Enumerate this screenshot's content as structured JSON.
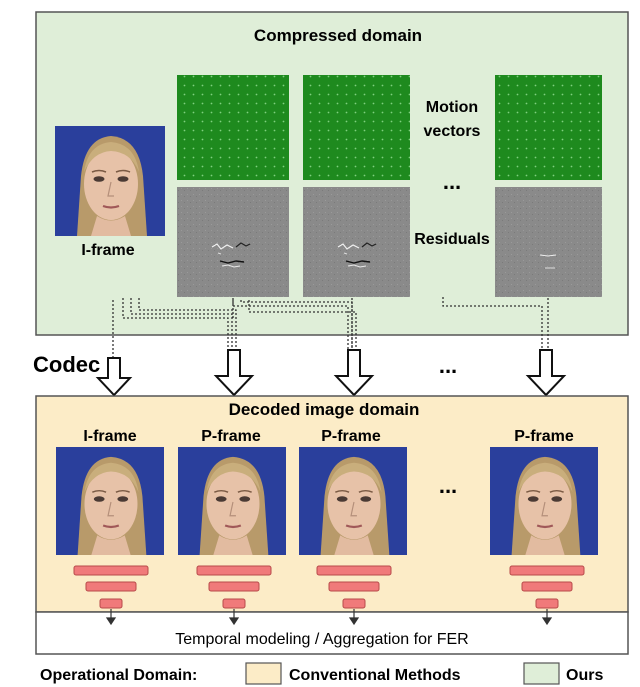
{
  "compressed_domain": {
    "title": "Compressed domain",
    "iframe_label": "I-frame",
    "motion_label_line1": "Motion",
    "motion_label_line2": "vectors",
    "residuals_label": "Residuals",
    "ellipsis": "..."
  },
  "codec_label": "Codec",
  "arrows_ellipsis": "...",
  "decoded_domain": {
    "title": "Decoded image domain",
    "frame_labels": [
      "I-frame",
      "P-frame",
      "P-frame",
      "P-frame"
    ],
    "ellipsis": "..."
  },
  "bottom_bar": {
    "text": "Temporal modeling / Aggregation for FER"
  },
  "legend": {
    "title": "Operational Domain:",
    "conventional_label": "Conventional Methods",
    "ours_label": "Ours"
  },
  "colors": {
    "compressed_bg": "#dfeed8",
    "decoded_bg": "#fcecc7",
    "motion_green": "#1e8a1e",
    "residual_gray": "#8a8a8a",
    "face_bg_blue": "#2a3f9c",
    "funnel_red": "#f07a7a"
  }
}
